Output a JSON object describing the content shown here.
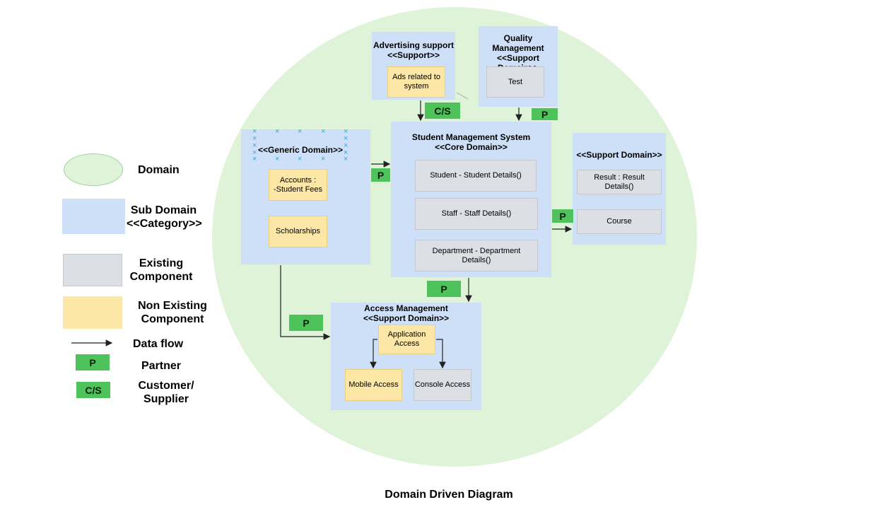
{
  "legend": {
    "domain": "Domain",
    "sub_domain": "Sub Domain",
    "sub_domain_category": "<<Category>>",
    "existing": "Existing",
    "existing_2": "Component",
    "non_existing": "Non Existing",
    "non_existing_2": "Component",
    "data_flow": "Data flow",
    "partner_badge": "P",
    "partner": "Partner",
    "cs_badge": "C/S",
    "customer_supplier": "Customer/",
    "customer_supplier_2": "Supplier"
  },
  "advertising": {
    "title": "Advertising support",
    "subtitle": "<<Support>>",
    "component": "Ads related to system"
  },
  "quality": {
    "title": "Quality Management",
    "subtitle": "<<Support Domain>>",
    "component": "Test"
  },
  "generic": {
    "title": "<<Generic Domain>>",
    "accounts": "Accounts :",
    "accounts_2": "-Student Fees",
    "scholarships": "Scholarships"
  },
  "core": {
    "title": "Student Management System",
    "subtitle": "<<Core Domain>>",
    "student": "Student  - Student Details()",
    "staff": "Staff - Staff Details()",
    "department": "Department - Department Details()"
  },
  "support_right": {
    "title": "<<Support Domain>>",
    "result": "Result : Result Details()",
    "course": "Course"
  },
  "access": {
    "title": "Access Management",
    "subtitle": "<<Support Domain>>",
    "application": "Application Access",
    "mobile": "Mobile Access",
    "console": "Console Access"
  },
  "badges": {
    "cs_top": "C/S",
    "p_quality": "P",
    "p_generic": "P",
    "p_right": "P",
    "p_core_bottom": "P",
    "p_access_left": "P"
  },
  "caption": "Domain Driven Diagram",
  "colors": {
    "domain": "#dff3d9",
    "sub_domain": "#cde0f7",
    "existing": "#dcdfe3",
    "non_existing": "#fde7a6",
    "badge": "#4ec25b"
  }
}
